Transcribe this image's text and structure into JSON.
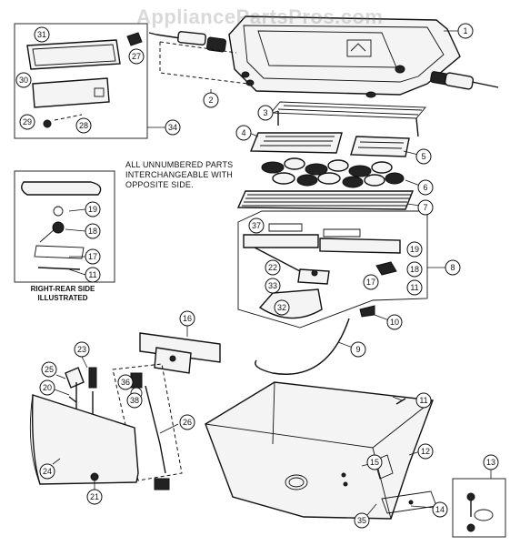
{
  "watermark": "AppliancePartsPros.com",
  "note": {
    "line1": "ALL UNNUMBERED PARTS",
    "line2": "INTERCHANGEABLE WITH",
    "line3": "OPPOSITE SIDE."
  },
  "side_label": {
    "line1": "RIGHT-REAR SIDE",
    "line2": "ILLUSTRATED"
  },
  "callouts": {
    "c1": "1",
    "c2": "2",
    "c3": "3",
    "c4": "4",
    "c5": "5",
    "c6": "6",
    "c7": "7",
    "c8": "8",
    "c9": "9",
    "c10": "10",
    "c11a": "11",
    "c11b": "11",
    "c11c": "11",
    "c12": "12",
    "c13": "13",
    "c14": "14",
    "c15": "15",
    "c16": "16",
    "c17a": "17",
    "c17b": "17",
    "c18a": "18",
    "c18b": "18",
    "c19a": "19",
    "c19b": "19",
    "c20": "20",
    "c21": "21",
    "c22": "22",
    "c23": "23",
    "c24": "24",
    "c25": "25",
    "c26": "26",
    "c27": "27",
    "c28": "28",
    "c29": "29",
    "c30": "30",
    "c31": "31",
    "c32": "32",
    "c33": "33",
    "c34": "34",
    "c35": "35",
    "c36": "36",
    "c37": "37",
    "c38": "38"
  }
}
